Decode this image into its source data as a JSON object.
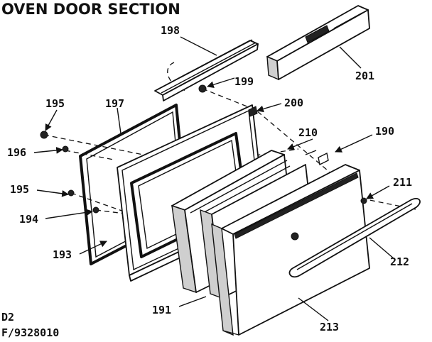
{
  "title": "OVEN DOOR SECTION",
  "footer": {
    "line1": "D2",
    "line2": "F/9328010"
  },
  "parts": {
    "p190": "190",
    "p191": "191",
    "p193": "193",
    "p194": "194",
    "p195a": "195",
    "p195b": "195",
    "p196": "196",
    "p197": "197",
    "p198": "198",
    "p199": "199",
    "p200": "200",
    "p201": "201",
    "p210": "210",
    "p211": "211",
    "p212": "212",
    "p213": "213"
  }
}
